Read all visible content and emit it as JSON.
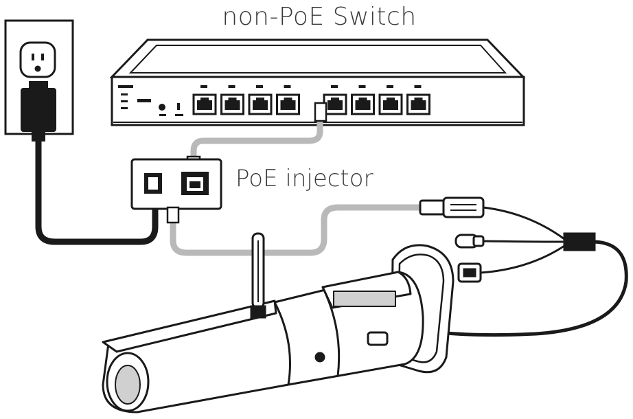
{
  "labels": {
    "switch": "non-PoE Switch",
    "injector": "PoE injector"
  },
  "colors": {
    "outline": "#1a1a1a",
    "power_cable": "#1a1a1a",
    "ethernet_cable": "#b9b9b9",
    "device_fill": "#ffffff",
    "shadow_fill": "#d0d0d0"
  },
  "icons": [
    "power-outlet-icon",
    "power-adapter-icon",
    "network-switch-icon",
    "poe-injector-icon",
    "bullet-camera-icon",
    "antenna-icon",
    "pigtail-connector-icon"
  ],
  "switch_ports": 8
}
